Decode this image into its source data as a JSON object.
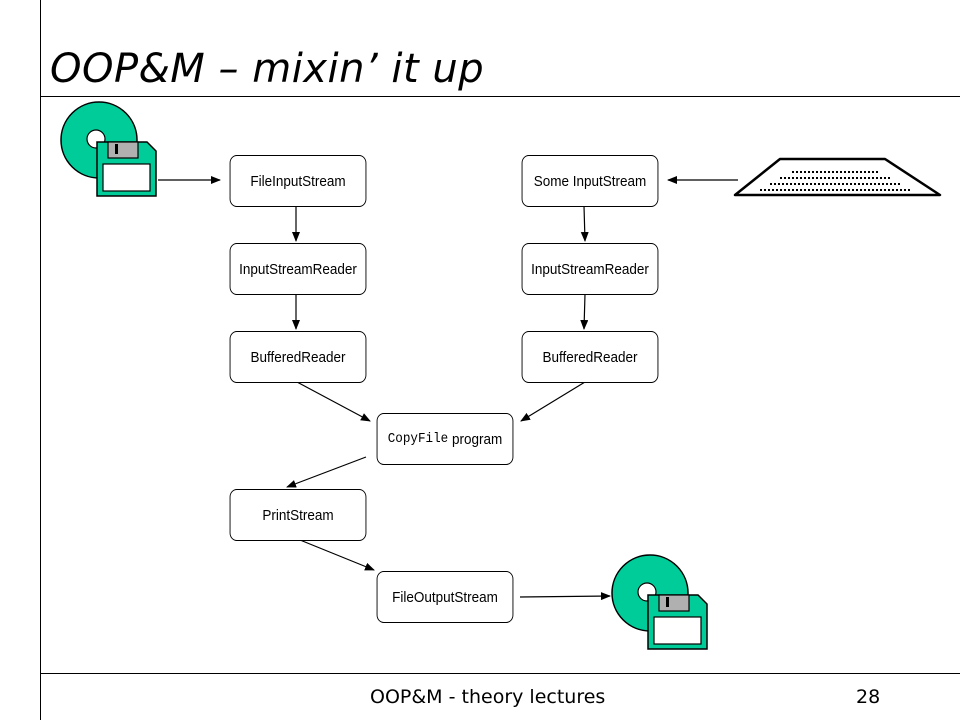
{
  "slide": {
    "title": "OOP&M – mixin’ it up",
    "footer": "OOP&M - theory lectures",
    "page_number": "28"
  },
  "nodes": {
    "file_input_stream": "FileInputStream",
    "some_input_stream": "Some InputStream",
    "input_stream_reader_left": "InputStreamReader",
    "input_stream_reader_right": "InputStreamReader",
    "buffered_reader_left": "BufferedReader",
    "buffered_reader_right": "BufferedReader",
    "copyfile_code": "CopyFile",
    "copyfile_text": " program",
    "print_stream": "PrintStream",
    "file_output_stream": "FileOutputStream"
  },
  "icons": {
    "disk_source": "disk-floppy-icon",
    "disk_destination": "disk-floppy-icon",
    "keyboard": "keyboard-icon"
  },
  "colors": {
    "disk_green": "#00CC99",
    "floppy_label_gray": "#B0B0B0"
  }
}
